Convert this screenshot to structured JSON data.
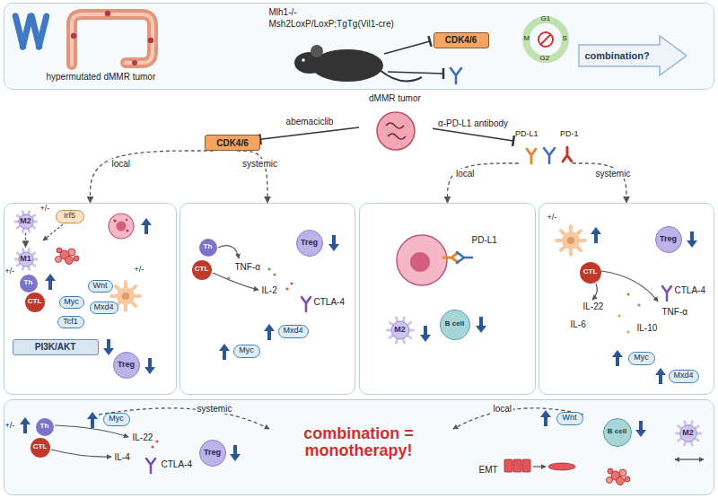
{
  "diagram": {
    "nodes": [
      {
        "text": [
          "hypermutated dMMR tumor",
          "Mlh1-/-",
          "Msh2LoxP/LoxP;TgTg(Vil1-cre)",
          "G1",
          "S",
          "M",
          "G2",
          "combination?"
        ]
      },
      {
        "text": [
          "CDK4/6"
        ],
        "in": 0
      },
      {
        "text": [
          "dMMR tumor"
        ]
      },
      {
        "text": [
          "CDK4/6"
        ]
      },
      {
        "text": [
          "PD-L1",
          "PD-1"
        ]
      },
      {
        "text": [
          "+/-",
          "+/-",
          "+/-"
        ]
      },
      {
        "text": [
          "M2"
        ],
        "in": 5
      },
      {
        "text": [
          "M1"
        ],
        "in": 5
      },
      {
        "text": [
          "Irf5"
        ],
        "in": 5
      },
      {
        "text": [
          "Th"
        ],
        "in": 5
      },
      {
        "text": [
          "CTL"
        ],
        "in": 5
      },
      {
        "text": [
          "Myc"
        ],
        "in": 5
      },
      {
        "text": [
          "Wnt"
        ],
        "in": 5
      },
      {
        "text": [
          "Mxd4"
        ],
        "in": 5
      },
      {
        "text": [
          "Tcf1"
        ],
        "in": 5
      },
      {
        "text": [
          "PI3K/AKT"
        ],
        "in": 5
      },
      {
        "text": [
          "Treg"
        ],
        "in": 5
      },
      {
        "text": [
          "TNF-α",
          "IL-2",
          "CTLA-4"
        ]
      },
      {
        "text": [
          "Th"
        ],
        "in": 17
      },
      {
        "text": [
          "CTL"
        ],
        "in": 17
      },
      {
        "text": [
          "Treg"
        ],
        "in": 17
      },
      {
        "text": [
          "Mxd4"
        ],
        "in": 17
      },
      {
        "text": [
          "Myc"
        ],
        "in": 17
      },
      {
        "text": [
          "PD-L1"
        ]
      },
      {
        "text": [
          "M2"
        ],
        "in": 23
      },
      {
        "text": [
          "B cell"
        ],
        "in": 23
      },
      {
        "text": [
          "+/-",
          "CTLA-4",
          "IL-22",
          "TNF-α",
          "IL-6",
          "IL-10"
        ]
      },
      {
        "text": [
          "CTL"
        ],
        "in": 26
      },
      {
        "text": [
          "Treg"
        ],
        "in": 26
      },
      {
        "text": [
          "Myc"
        ],
        "in": 26
      },
      {
        "text": [
          "Mxd4"
        ],
        "in": 26
      },
      {
        "text": [
          "+/-",
          "IL-22",
          "IL-4",
          "CTLA-4",
          "systemic",
          "combination = monotherapy!",
          "local",
          "EMT"
        ]
      },
      {
        "text": [
          "Th"
        ],
        "in": 31
      },
      {
        "text": [
          "CTL"
        ],
        "in": 31
      },
      {
        "text": [
          "Myc"
        ],
        "in": 31
      },
      {
        "text": [
          "Treg"
        ],
        "in": 31
      },
      {
        "text": [
          "Wnt"
        ],
        "in": 31
      },
      {
        "text": [
          "B cell"
        ],
        "in": 31
      },
      {
        "text": [
          "M2"
        ],
        "in": 31
      }
    ],
    "edges": [
      {
        "from": 2,
        "to": 3,
        "arrow": "to",
        "label": "abemaciclib"
      },
      {
        "from": 2,
        "to": 4,
        "arrow": "to",
        "label": "α-PD-L1 antibody"
      },
      {
        "from": 3,
        "to": 5,
        "arrow": "to",
        "label": "local"
      },
      {
        "from": 3,
        "to": 17,
        "arrow": "to",
        "label": "systemic"
      },
      {
        "from": 4,
        "to": 23,
        "arrow": "to",
        "label": "local"
      },
      {
        "from": 4,
        "to": 26,
        "arrow": "to",
        "label": "systemic"
      },
      {
        "from": 6,
        "to": 7,
        "arrow": "to"
      }
    ]
  }
}
